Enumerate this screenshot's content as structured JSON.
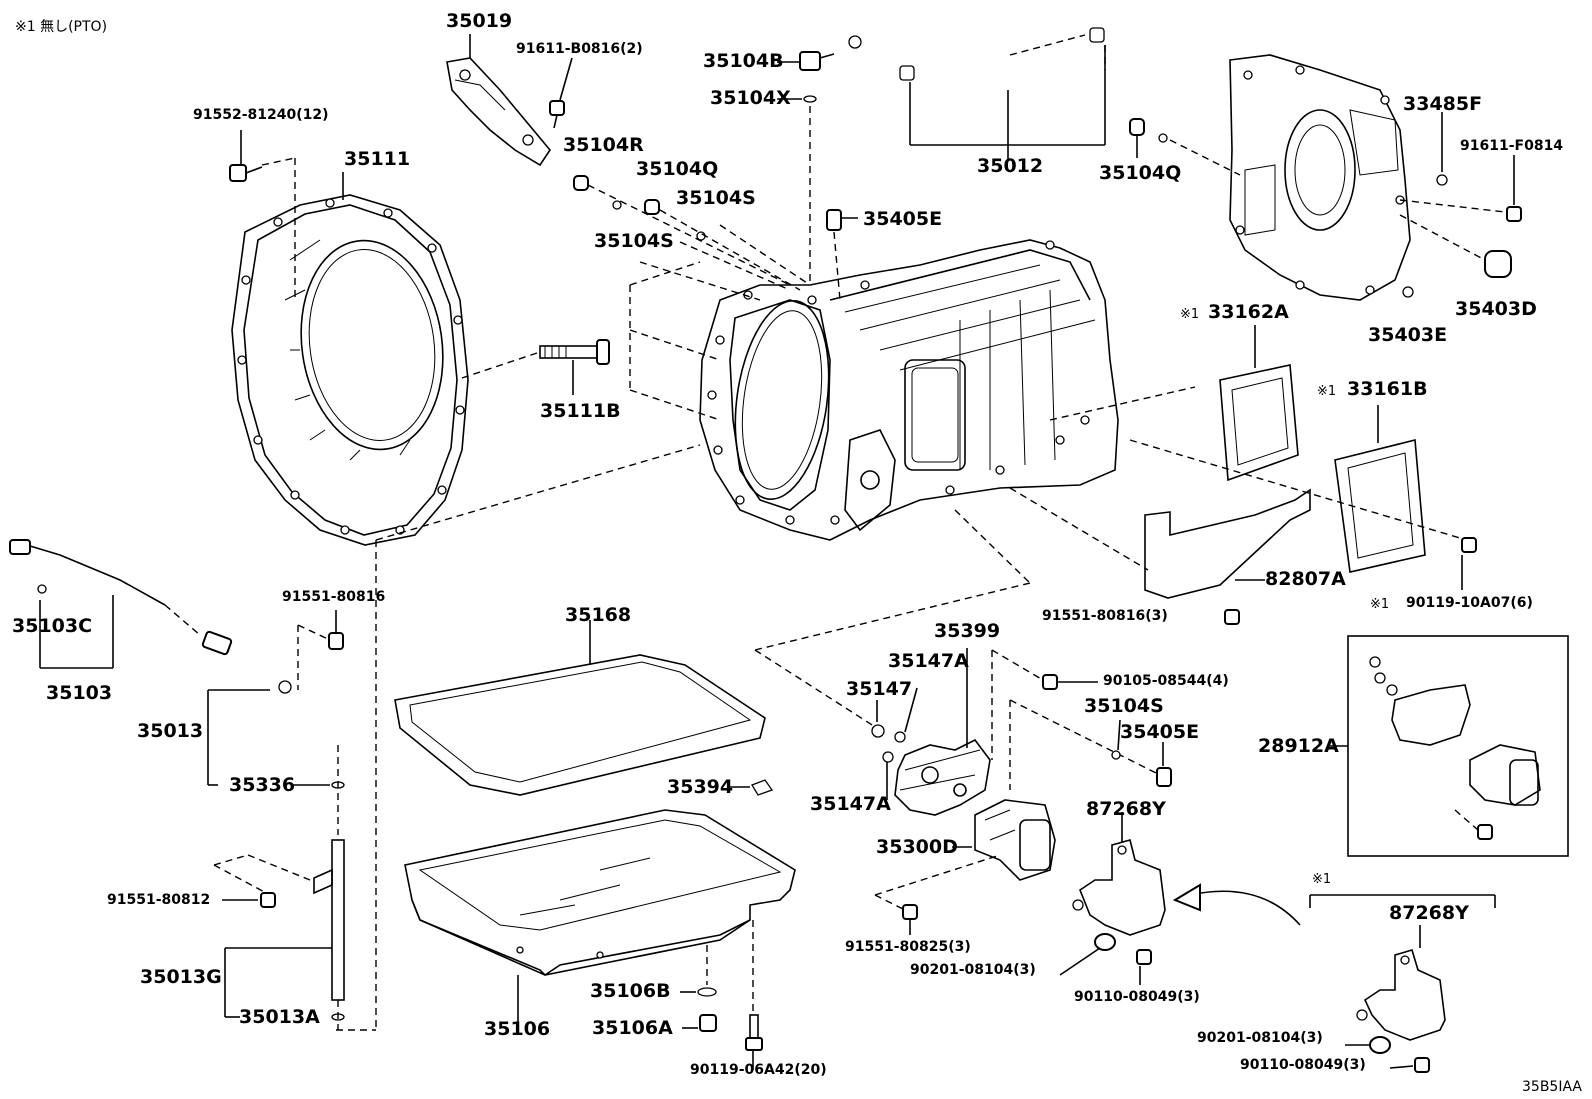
{
  "note": "※1 無し(PTO)",
  "code": "35B5IAA",
  "parts": {
    "p35019": "35019",
    "p91611_b0816": "91611-B0816(2)",
    "p35104b": "35104B",
    "p35104x": "35104X",
    "p91552": "91552-81240(12)",
    "p35111": "35111",
    "p35104r": "35104R",
    "p35104q_a": "35104Q",
    "p35104s_a": "35104S",
    "p35104s_b": "35104S",
    "p35405e_a": "35405E",
    "p35012": "35012",
    "p35104q_b": "35104Q",
    "p33485f": "33485F",
    "p91611_f0814": "91611-F0814",
    "p35403d": "35403D",
    "p35403e": "35403E",
    "p33162a": "33162A",
    "p33161b": "33161B",
    "p35111b": "35111B",
    "p82807a": "82807A",
    "p91551_80816_3": "91551-80816(3)",
    "p90119_10a07": "90119-10A07(6)",
    "p35103c": "35103C",
    "p35103": "35103",
    "p91551_80816": "91551-80816",
    "p35013": "35013",
    "p35336": "35336",
    "p35168": "35168",
    "p35399": "35399",
    "p90105": "90105-08544(4)",
    "p35147a_a": "35147A",
    "p35147": "35147",
    "p35104s_c": "35104S",
    "p35405e_b": "35405E",
    "p28912a": "28912A",
    "p35394": "35394",
    "p35147a_b": "35147A",
    "p87268y_a": "87268Y",
    "p35300d": "35300D",
    "p91551_80812": "91551-80812",
    "p91551_80825": "91551-80825(3)",
    "p90201_a": "90201-08104(3)",
    "p90110_a": "90110-08049(3)",
    "p87268y_b": "87268Y",
    "p35013g": "35013G",
    "p35106b": "35106B",
    "p35013a": "35013A",
    "p35106": "35106",
    "p35106a": "35106A",
    "p90201_b": "90201-08104(3)",
    "p90119_06a42": "90119-06A42(20)",
    "p90110_b": "90110-08049(3)"
  },
  "marks": {
    "m1": "※1",
    "m2": "※1",
    "m3": "※1",
    "m4": "※1"
  }
}
